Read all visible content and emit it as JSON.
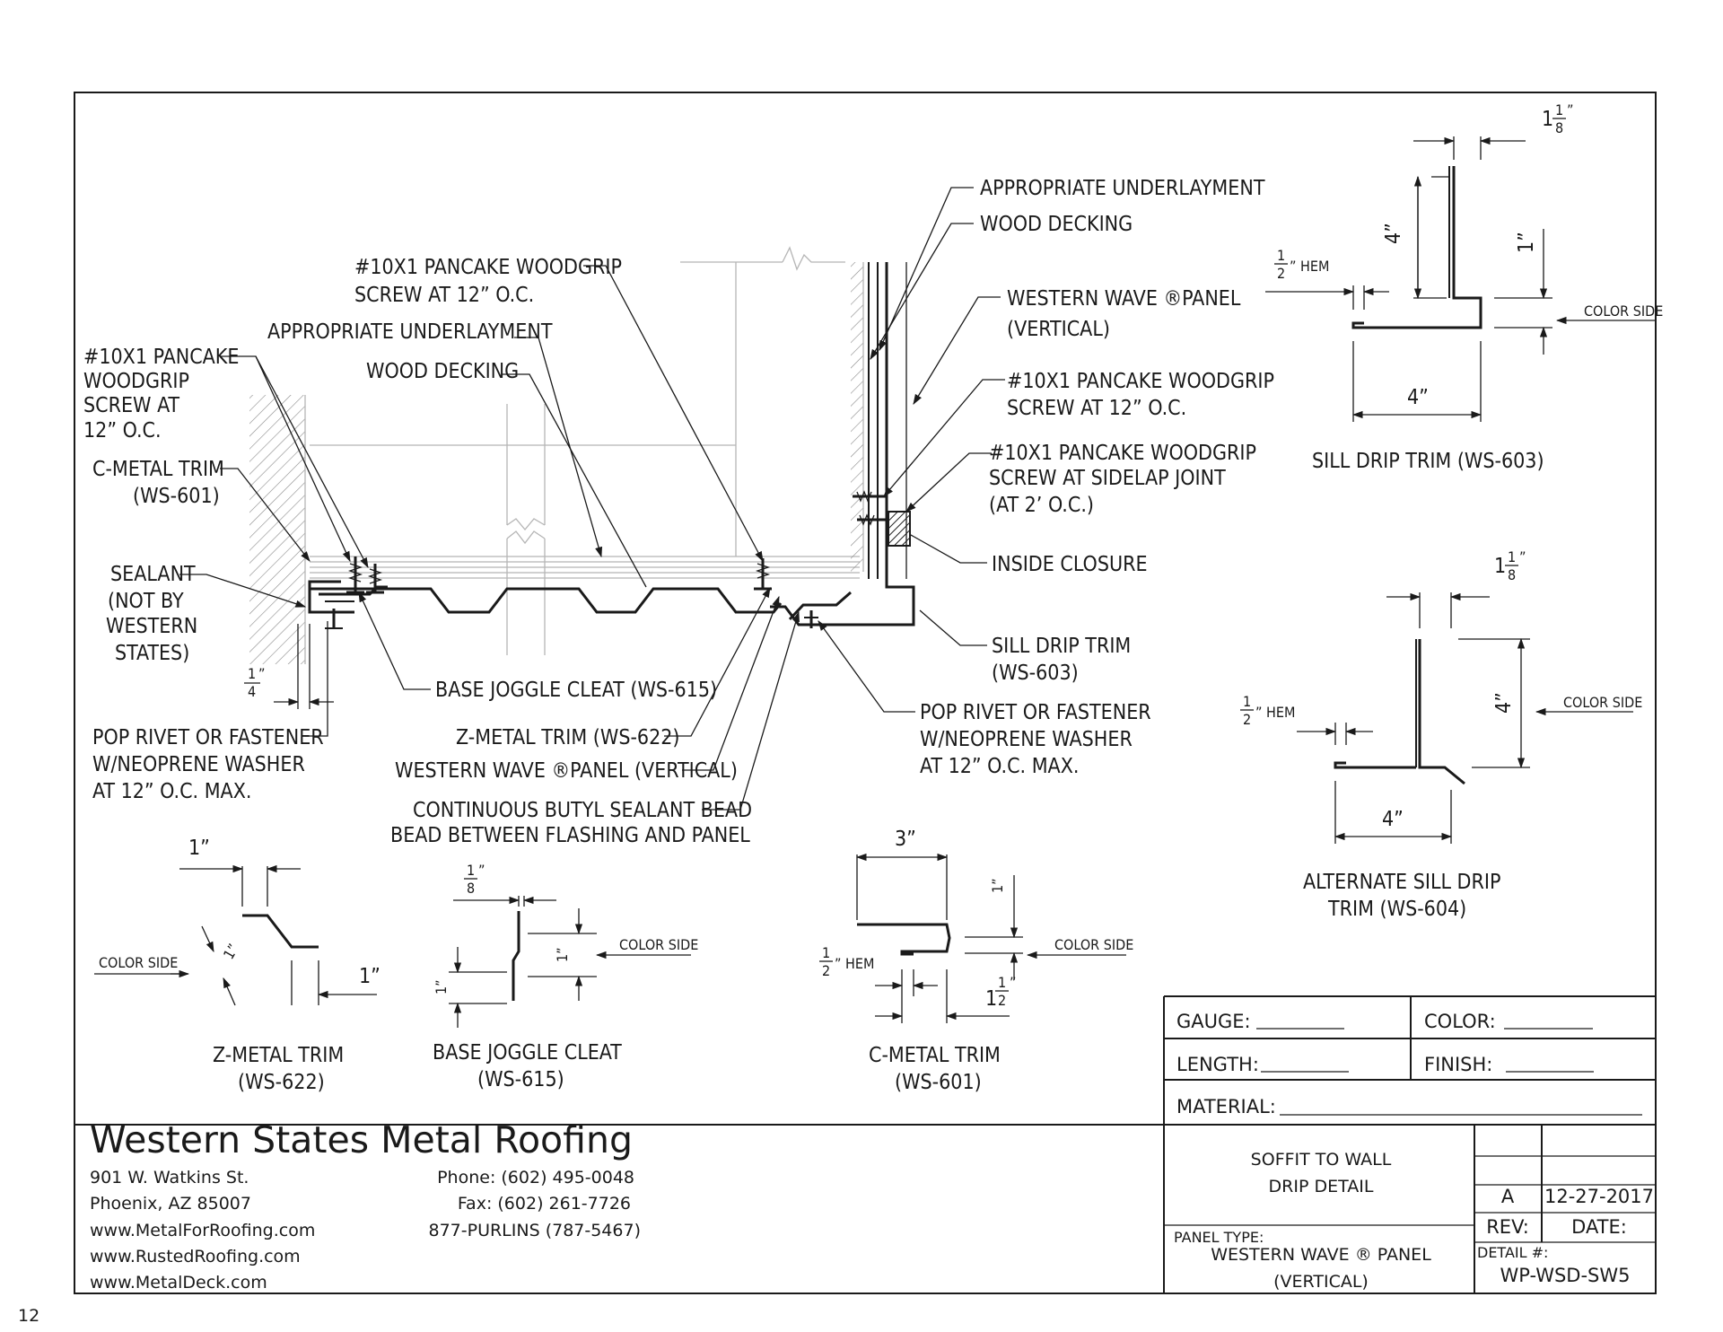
{
  "page_number": "12",
  "company": {
    "name": "Western States Metal Roofing",
    "address_line1": "901 W. Watkins St.",
    "address_line2": "Phoenix, AZ 85007",
    "web1": "www.MetalForRoofing.com",
    "web2": "www.RustedRoofing.com",
    "web3": "www.MetalDeck.com",
    "phone": "Phone: (602) 495-0048",
    "fax": "Fax: (602) 261-7726",
    "tollfree": "877-PURLINS (787-5467)"
  },
  "title_block": {
    "gauge": "GAUGE:",
    "color": "COLOR:",
    "length": "LENGTH:",
    "finish": "FINISH:",
    "material": "MATERIAL:",
    "title1": "SOFFIT TO WALL",
    "title2": "DRIP DETAIL",
    "rev_value": "A",
    "date_value": "12-27-2017",
    "rev_label": "REV:",
    "date_label": "DATE:",
    "panel_type_label": "PANEL TYPE:",
    "panel_type1": "WESTERN WAVE ® PANEL",
    "panel_type2": "(VERTICAL)",
    "detail_label": "DETAIL #:",
    "detail_value": "WP-WSD-SW5"
  },
  "main_detail": {
    "callouts": {
      "underlay_top": "APPROPRIATE UNDERLAYMENT",
      "decking_top": "WOOD DECKING",
      "panel_vert_1": "WESTERN WAVE ®PANEL",
      "panel_vert_2": "(VERTICAL)",
      "screw_r1_1": "#10X1 PANCAKE WOODGRIP",
      "screw_r1_2": "SCREW AT 12” O.C.",
      "screw_r2_1": "#10X1 PANCAKE WOODGRIP",
      "screw_r2_2": "SCREW AT SIDELAP JOINT",
      "screw_r2_3": "(AT 2’ O.C.)",
      "inside_closure": "INSIDE CLOSURE",
      "sill_drip_1": "SILL DRIP TRIM",
      "sill_drip_2": "(WS-603)",
      "pop_r_1": "POP RIVET OR FASTENER",
      "pop_r_2": "W/NEOPRENE WASHER",
      "pop_r_3": "AT 12” O.C. MAX.",
      "screw_top_1": "#10X1 PANCAKE WOODGRIP",
      "screw_top_2": "SCREW AT 12” O.C.",
      "underlay_left": "APPROPRIATE UNDERLAYMENT",
      "decking_left": "WOOD DECKING",
      "screw_l_1": "#10X1 PANCAKE",
      "screw_l_2": "WOODGRIP",
      "screw_l_3": "SCREW AT",
      "screw_l_4": "12” O.C.",
      "cmetal_1": "C-METAL TRIM",
      "cmetal_2": "(WS-601)",
      "sealant_1": "SEALANT",
      "sealant_2": "(NOT BY",
      "sealant_3": "WESTERN",
      "sealant_4": "STATES)",
      "quarter_num": "1",
      "quarter_den": "4",
      "quarter_in": "”",
      "pop_l_1": "POP RIVET OR FASTENER",
      "pop_l_2": "W/NEOPRENE WASHER",
      "pop_l_3": "AT 12” O.C. MAX.",
      "base_joggle": "BASE JOGGLE CLEAT (WS-615)",
      "zmetal": "Z-METAL TRIM (WS-622)",
      "ww_panel": "WESTERN WAVE ®PANEL (VERTICAL)",
      "butyl_1": "CONTINUOUS BUTYL SEALANT BEAD",
      "butyl_2": "BEAD BETWEEN FLASHING AND PANEL"
    }
  },
  "sill_drip_detail": {
    "dim_top": "1",
    "dim_top_frac_num": "1",
    "dim_top_frac_den": "8",
    "dim_top_in": "”",
    "dim_vert": "4”",
    "dim_vert_small": "1”",
    "hem_num": "1",
    "hem_den": "2",
    "hem_label": "” HEM",
    "color_side": "COLOR SIDE",
    "dim_bottom": "4”",
    "title": "SILL DRIP TRIM (WS-603)"
  },
  "alt_sill_detail": {
    "dim_top": "1",
    "dim_top_frac_num": "1",
    "dim_top_frac_den": "8",
    "dim_top_in": "”",
    "dim_vert": "4”",
    "hem_num": "1",
    "hem_den": "2",
    "hem_label": "” HEM",
    "color_side": "COLOR SIDE",
    "dim_bottom": "4”",
    "title1": "ALTERNATE SILL DRIP",
    "title2": "TRIM (WS-604)"
  },
  "z_detail": {
    "dim_top": "1”",
    "dim_diag": "1”",
    "dim_right": "1”",
    "color_side": "COLOR SIDE",
    "title1": "Z-METAL TRIM",
    "title2": "(WS-622)"
  },
  "joggle_detail": {
    "frac_num": "1",
    "frac_den": "8",
    "frac_in": "”",
    "dim_right": "1”",
    "dim_left": "1”",
    "color_side": "COLOR SIDE",
    "title1": "BASE JOGGLE CLEAT",
    "title2": "(WS-615)"
  },
  "cmetal_detail": {
    "dim_top": "3”",
    "dim_right": "1”",
    "hem_num": "1",
    "hem_den": "2",
    "hem_label": "” HEM",
    "color_side": "COLOR SIDE",
    "dim_bottom": "1",
    "dim_bottom_frac_num": "1",
    "dim_bottom_frac_den": "2",
    "dim_bottom_in": "”",
    "title1": "C-METAL TRIM",
    "title2": "(WS-601)"
  }
}
